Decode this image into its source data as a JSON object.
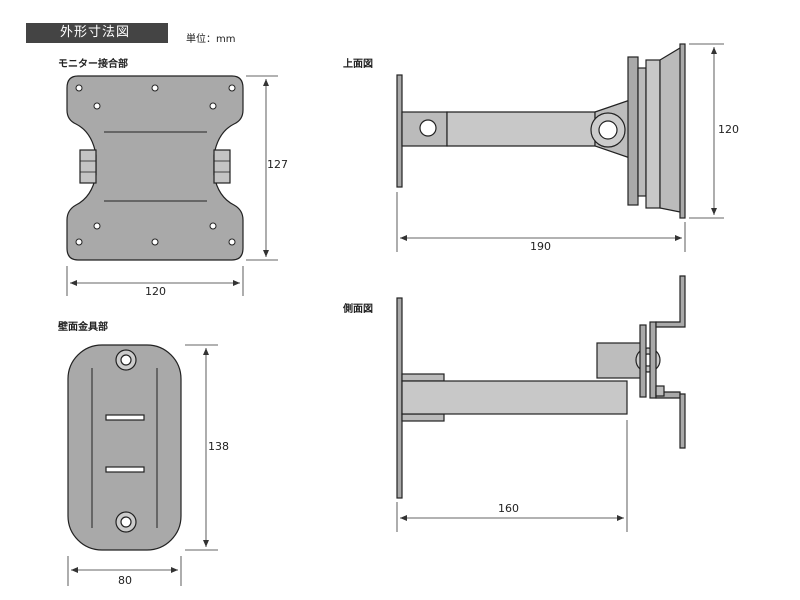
{
  "header": {
    "title": "外形寸法図",
    "unit": "単位：mm"
  },
  "sections": {
    "monitor_plate": "モニター接合部",
    "wall_bracket": "壁面金具部",
    "top_view": "上面図",
    "side_view": "側面図"
  },
  "dimensions": {
    "monitor_plate_width": "120",
    "monitor_plate_height": "127",
    "wall_bracket_width": "80",
    "wall_bracket_height": "138",
    "top_view_depth": "190",
    "top_view_height": "120",
    "side_view_depth": "160"
  }
}
